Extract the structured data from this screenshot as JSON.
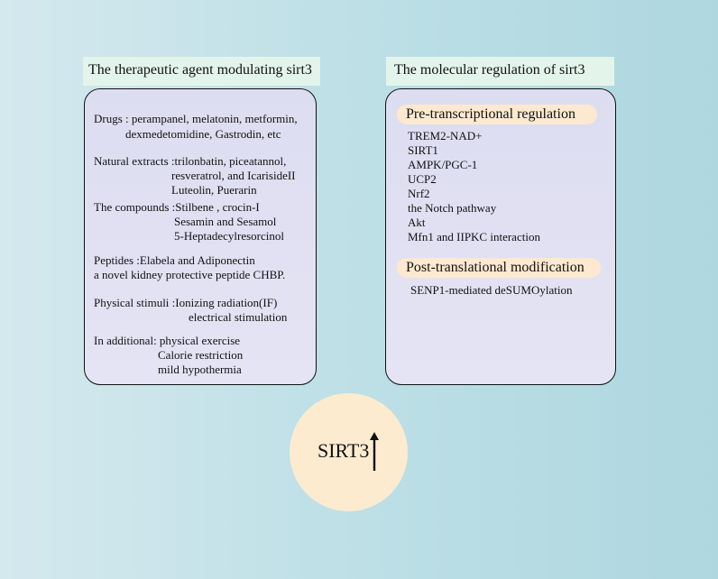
{
  "left": {
    "title": "The therapeutic agent modulating sirt3",
    "lines": [
      "Drugs : perampanel, melatonin, metformin,",
      "dexmedetomidine, Gastrodin, etc",
      "Natural extracts :trilonbatin, piceatannol,",
      "resveratrol, and IcarisideII",
      "Luteolin,  Puerarin",
      "The compounds :Stilbene ,  crocin-I",
      "Sesamin and Sesamol",
      "5-Heptadecylresorcinol",
      "Peptides :Elabela and Adiponectin",
      "a novel kidney protective peptide CHBP.",
      "Physical stimuli :Ionizing radiation(IF)",
      "electrical stimulation",
      "In additional: physical exercise",
      "Calorie restriction",
      "mild hypothermia"
    ]
  },
  "right": {
    "title": "The molecular regulation of sirt3",
    "pre_heading": "Pre-transcriptional regulation",
    "pre_items": [
      "TREM2-NAD+",
      "SIRT1",
      "AMPK/PGC-1",
      "UCP2",
      "Nrf2",
      "the Notch pathway",
      "Akt",
      "Mfn1 and IIPKC interaction"
    ],
    "post_heading": "Post-translational modification",
    "post_items": [
      "SENP1-mediated deSUMOylation"
    ]
  },
  "center": {
    "label": "SIRT3"
  }
}
